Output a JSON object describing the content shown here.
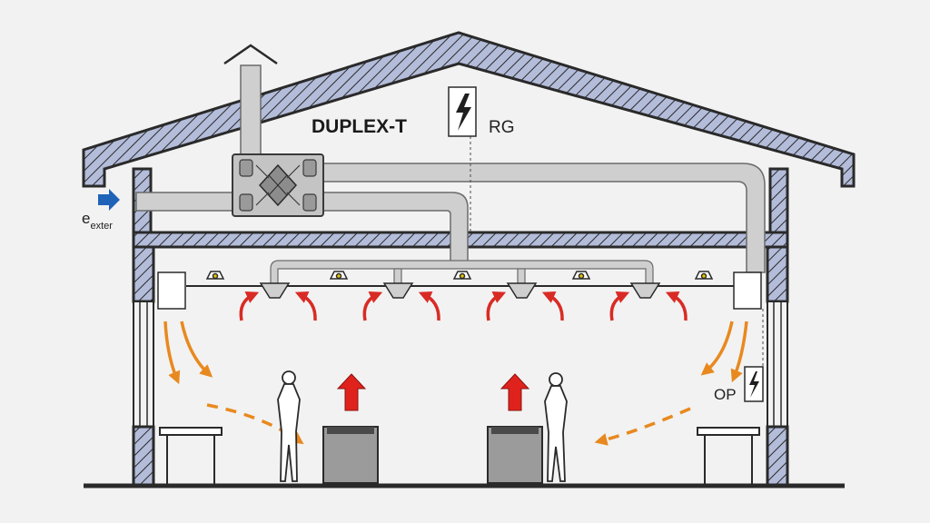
{
  "labels": {
    "unit_name": "DUPLEX-T",
    "control_rg": "RG",
    "control_op": "OP",
    "exterior_main": "e",
    "exterior_sub": "exter"
  },
  "colors": {
    "background": "#f2f2f2",
    "wall_fill": "#b3bcd9",
    "wall_stroke": "#2a2a2a",
    "duct_fill": "#cfcfcf",
    "duct_stroke": "#6b6b6b",
    "supply_arrow": "#d92b25",
    "return_arrow": "#e8891f",
    "intake_arrow": "#1f63b8",
    "heat_arrow": "#e0221c",
    "heater_fill": "#9b9b9b"
  },
  "icons": {
    "electric_panel": "lightning-icon",
    "person": "person-figure-icon",
    "ceiling_light": "ceiling-light-icon"
  }
}
